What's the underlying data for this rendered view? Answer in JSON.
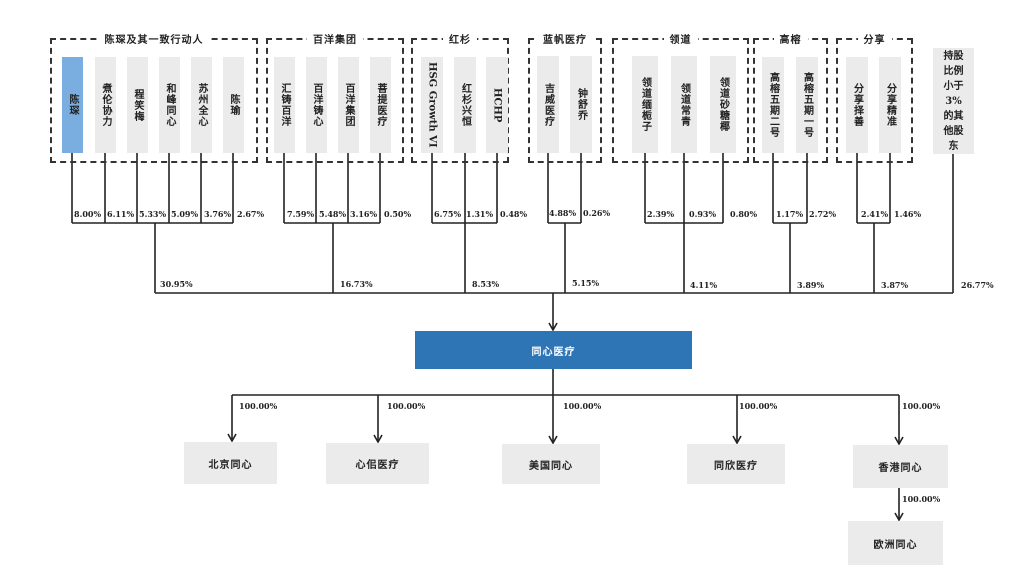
{
  "diagram": {
    "title_entity": "同心医疗",
    "groups": [
      {
        "name": "陈琛及其一致行动人",
        "total": "30.95%",
        "holders": [
          {
            "name": "陈琛",
            "pct": "8.00%",
            "highlight": true
          },
          {
            "name": "煮伦协力",
            "pct": "6.11%"
          },
          {
            "name": "程笑梅",
            "pct": "5.33%"
          },
          {
            "name": "和峰同心",
            "pct": "5.09%"
          },
          {
            "name": "苏州全心",
            "pct": "3.76%"
          },
          {
            "name": "陈瑜",
            "pct": "2.67%"
          }
        ]
      },
      {
        "name": "百洋集团",
        "total": "16.73%",
        "holders": [
          {
            "name": "汇铸百洋",
            "pct": "7.59%"
          },
          {
            "name": "百洋铸心",
            "pct": "5.48%"
          },
          {
            "name": "百洋集团",
            "pct": "3.16%"
          },
          {
            "name": "菩提医疗",
            "pct": "0.50%"
          }
        ]
      },
      {
        "name": "红杉",
        "total": "8.53%",
        "holders": [
          {
            "name": "HSG Growth VI",
            "pct": "6.75%",
            "latin": true
          },
          {
            "name": "红杉兴恒",
            "pct": "1.31%"
          },
          {
            "name": "HCHP",
            "pct": "0.48%",
            "latin": true
          }
        ]
      },
      {
        "name": "蓝帆医疗",
        "total": "5.15%",
        "holders": [
          {
            "name": "吉威医疗",
            "pct": "4.88%"
          },
          {
            "name": "钟舒乔",
            "pct": "0.26%"
          }
        ]
      },
      {
        "name": "领道",
        "total": "4.11%",
        "holders": [
          {
            "name": "领道缅栀子",
            "pct": "2.39%"
          },
          {
            "name": "领道常青",
            "pct": "0.93%"
          },
          {
            "name": "领道砂糖椰",
            "pct": "0.80%"
          }
        ]
      },
      {
        "name": "高榕",
        "total": "3.89%",
        "holders": [
          {
            "name": "高榕五期二号",
            "pct": "1.17%"
          },
          {
            "name": "高榕五期一号",
            "pct": "2.72%"
          }
        ]
      },
      {
        "name": "分享",
        "total": "3.87%",
        "holders": [
          {
            "name": "分享择善",
            "pct": "2.41%"
          },
          {
            "name": "分享精准",
            "pct": "1.46%"
          }
        ]
      }
    ],
    "other": {
      "name": "持股比例小于3%的其他股东",
      "lines": [
        "持股",
        "比例",
        "小于",
        "3%",
        "的其",
        "他股",
        "东"
      ],
      "total": "26.77%"
    },
    "subsidiaries": [
      {
        "name": "北京同心",
        "pct": "100.00%"
      },
      {
        "name": "心佀医疗",
        "pct": "100.00%"
      },
      {
        "name": "美国同心",
        "pct": "100.00%"
      },
      {
        "name": "同欣医疗",
        "pct": "100.00%"
      },
      {
        "name": "香港同心",
        "pct": "100.00%"
      }
    ],
    "sub_subsidiary": {
      "name": "欧洲同心",
      "parent": "香港同心",
      "pct": "100.00%"
    },
    "colors": {
      "hub": "#2e75b6",
      "highlight": "#7aaee0",
      "box": "#ebebeb",
      "line": "#222222"
    }
  }
}
